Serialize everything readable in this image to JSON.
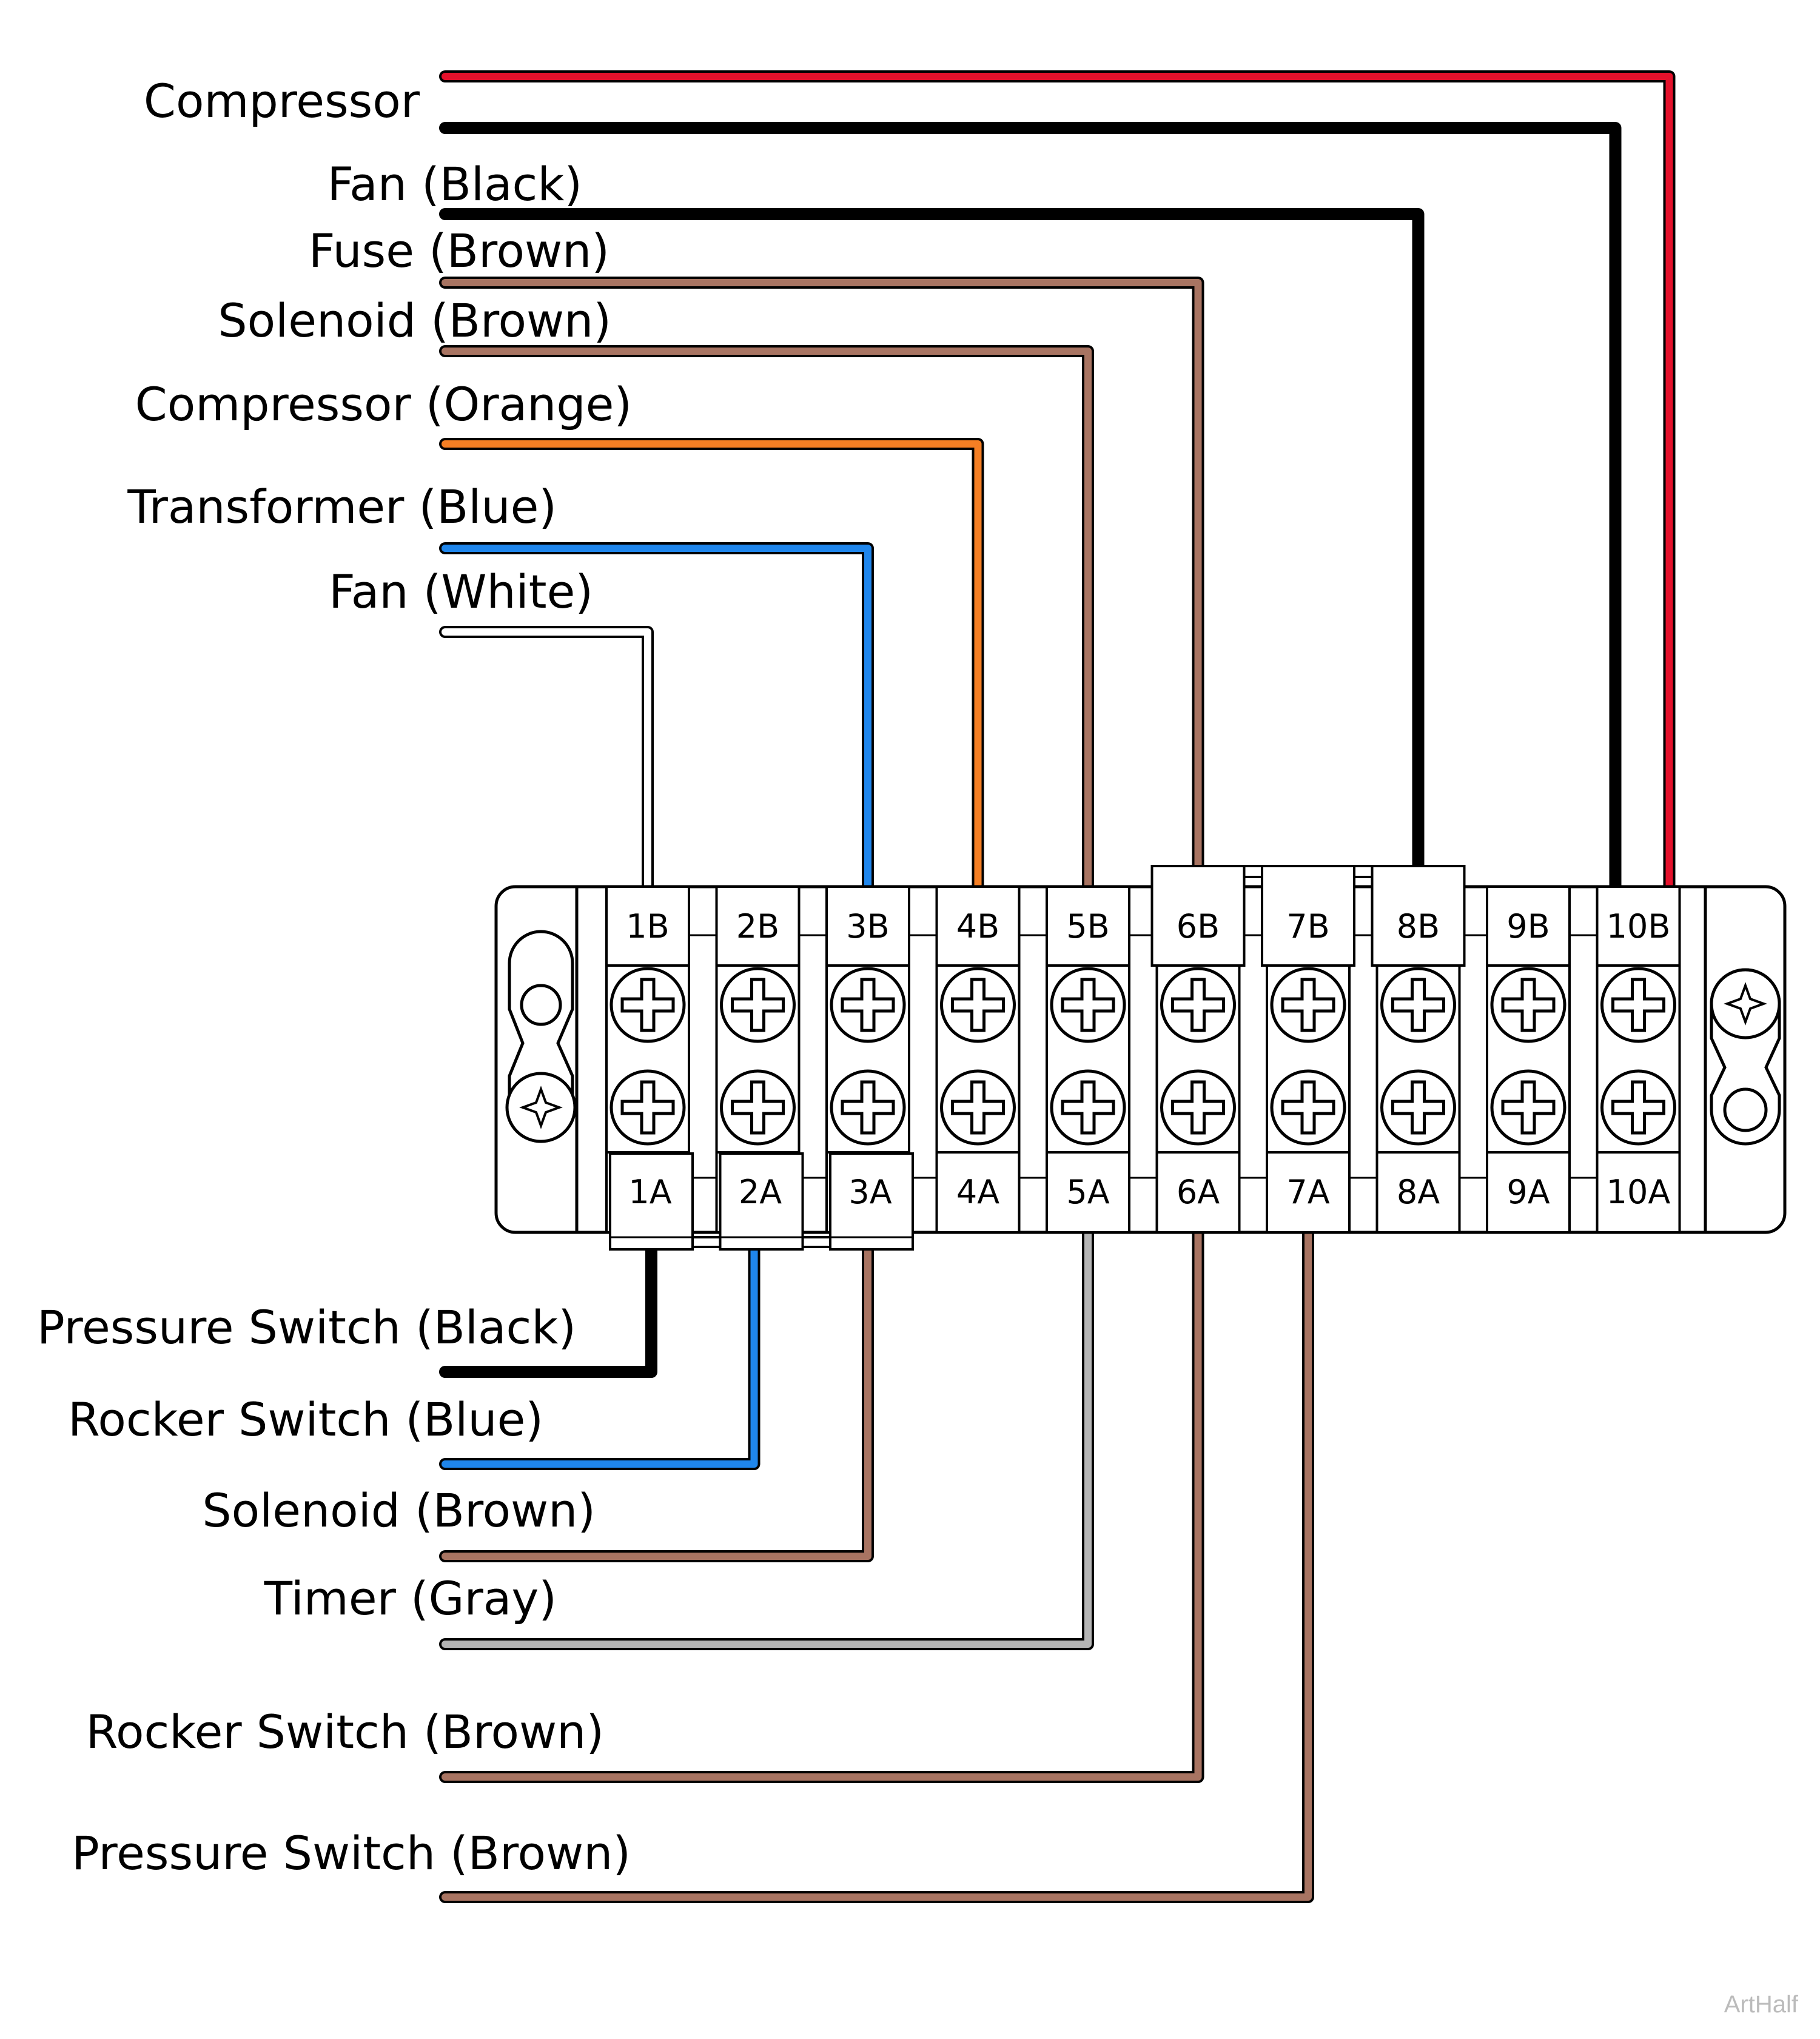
{
  "colors": {
    "red": "#e4112b",
    "black": "#000000",
    "brown": "#a87462",
    "orange": "#f57f24",
    "blue": "#1f86ec",
    "white": "#ffffff",
    "gray": "#b5b5b5",
    "outline": "#000000"
  },
  "top_wires": [
    {
      "label": "Compressor",
      "color": "red",
      "terminal": "10B"
    },
    {
      "label": "",
      "color": "black",
      "terminal": "10B"
    },
    {
      "label": "Fan (Black)",
      "color": "black",
      "terminal": "8B"
    },
    {
      "label": "Fuse (Brown)",
      "color": "brown",
      "terminal": "6B"
    },
    {
      "label": "Solenoid (Brown)",
      "color": "brown",
      "terminal": "5B"
    },
    {
      "label": "Compressor (Orange)",
      "color": "orange",
      "terminal": "4B"
    },
    {
      "label": "Transformer (Blue)",
      "color": "blue",
      "terminal": "3B"
    },
    {
      "label": "Fan (White)",
      "color": "white",
      "terminal": "1B"
    }
  ],
  "bottom_wires": [
    {
      "label": "Pressure Switch (Black)",
      "color": "black",
      "terminal": "1A"
    },
    {
      "label": "Rocker Switch (Blue)",
      "color": "blue",
      "terminal": "2A"
    },
    {
      "label": "Solenoid (Brown)",
      "color": "brown",
      "terminal": "3A"
    },
    {
      "label": "Timer (Gray)",
      "color": "gray",
      "terminal": "5A"
    },
    {
      "label": "Rocker Switch (Brown)",
      "color": "brown",
      "terminal": "6A"
    },
    {
      "label": "Pressure Switch (Brown)",
      "color": "brown",
      "terminal": "7A"
    }
  ],
  "terminals": {
    "top": [
      "1B",
      "2B",
      "3B",
      "4B",
      "5B",
      "6B",
      "7B",
      "8B",
      "9B",
      "10B"
    ],
    "bottom": [
      "1A",
      "2A",
      "3A",
      "4A",
      "5A",
      "6A",
      "7A",
      "8A",
      "9A",
      "10A"
    ]
  },
  "jumpers": {
    "top": [
      "6B",
      "7B",
      "8B"
    ],
    "bottom": [
      "1A",
      "2A",
      "3A"
    ]
  },
  "credit": "ArtHalf"
}
